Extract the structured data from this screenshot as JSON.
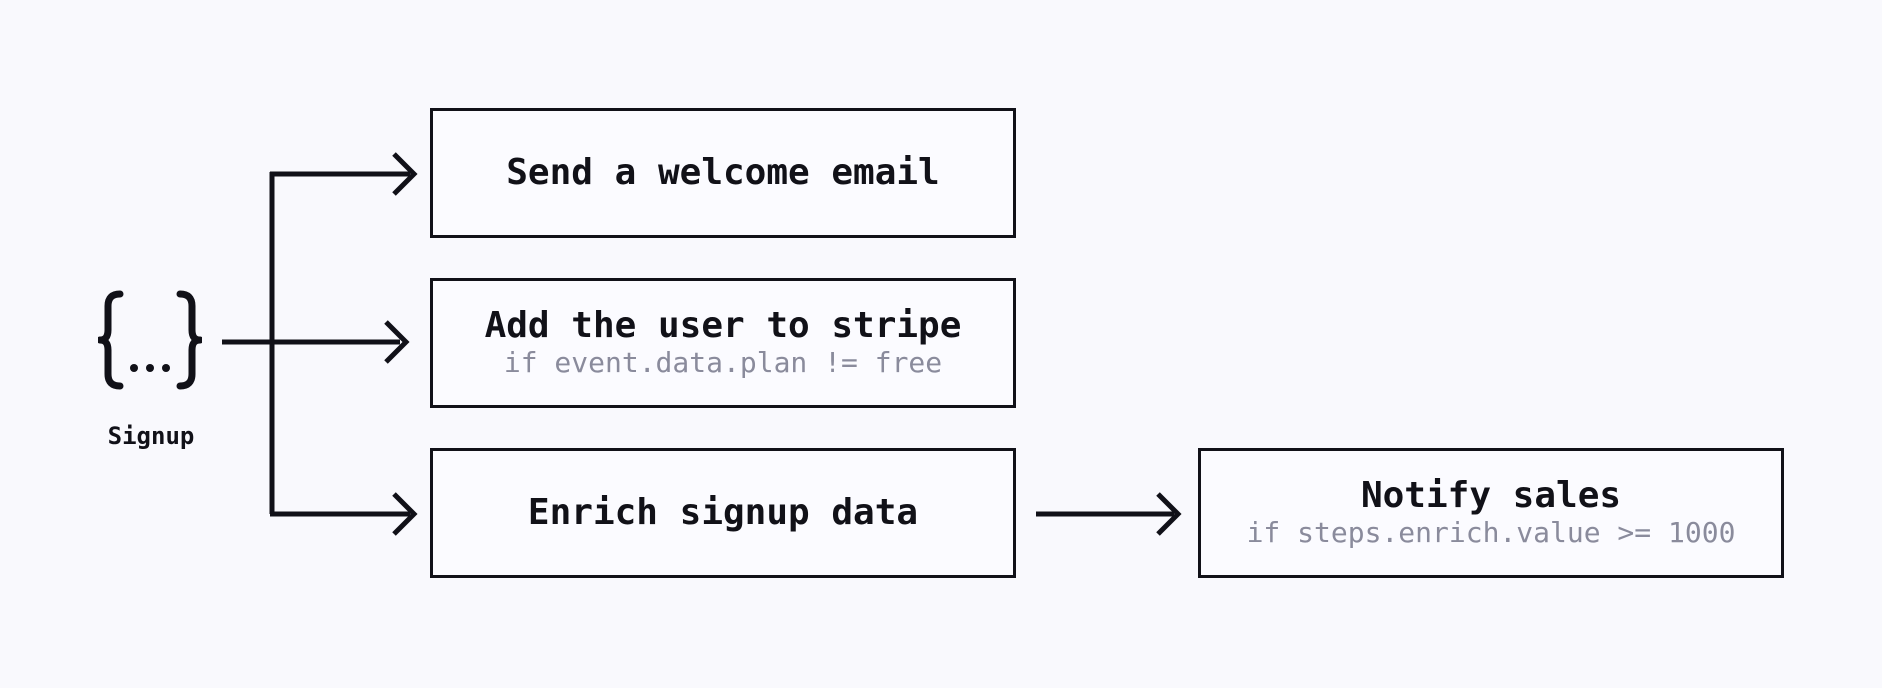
{
  "trigger": {
    "icon": "braces-ellipsis-icon",
    "label": "Signup"
  },
  "steps": [
    {
      "title": "Send a welcome email",
      "condition": ""
    },
    {
      "title": "Add the user to stripe",
      "condition": "if event.data.plan != free"
    },
    {
      "title": "Enrich signup data",
      "condition": ""
    },
    {
      "title": "Notify sales",
      "condition": "if steps.enrich.value >= 1000"
    }
  ],
  "colors": {
    "background": "#f9f9fd",
    "stroke": "#111118",
    "condition_text": "#8a8b9c"
  }
}
